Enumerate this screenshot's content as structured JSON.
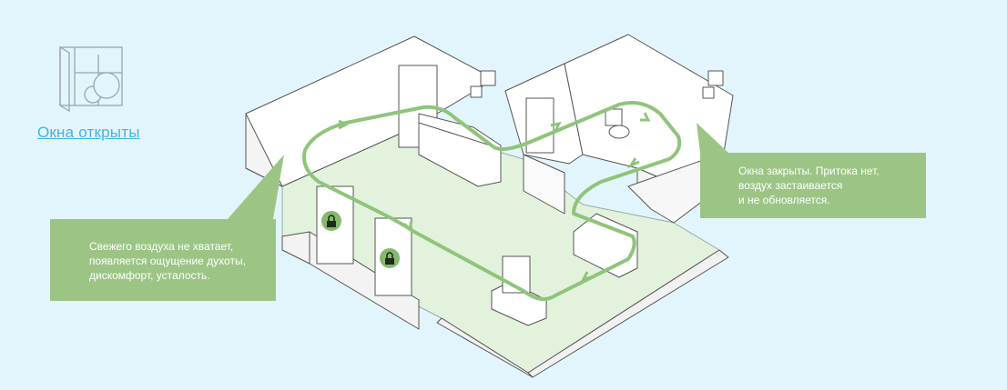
{
  "toggle": {
    "label": "Окна открыты",
    "icon": "window-open-icon"
  },
  "callouts": {
    "left": "Свежего воздуха не хватает,\nпоявляется ощущение духоты,\nдискомфорт, усталость.",
    "right": "Окна закрыты. Притока нет,\nвоздух застаивается\nи не обновляется."
  },
  "colors": {
    "background": "#e3f5fc",
    "callout": "#9cc585",
    "airflow": "#8fc47a",
    "floor": "#e3f2dc",
    "link": "#3fb5e3",
    "lock_badge": "#86b86e"
  },
  "icons": [
    "window-open-icon",
    "lock-icon",
    "airflow-arrow-icon"
  ]
}
